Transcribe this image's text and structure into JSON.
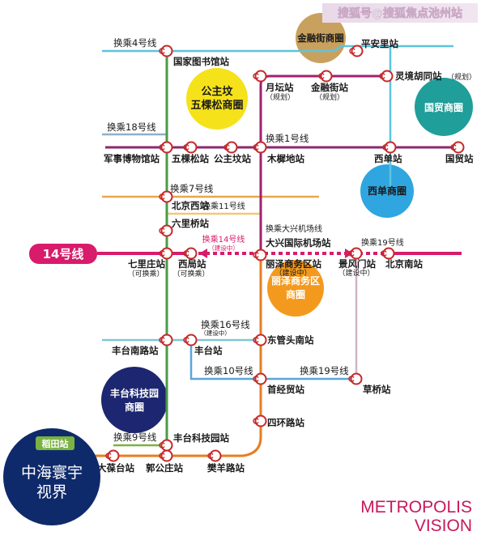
{
  "watermark": "搜狐号@搜狐焦点池州站",
  "brand": {
    "line1": "METROPOLIS",
    "line2": "VISION",
    "color": "#c8185a"
  },
  "line14": {
    "label": "14号线",
    "color": "#d81b6a"
  },
  "transfers": {
    "t4": "换乘4号线",
    "t18": "换乘18号线",
    "t1": "换乘1号线",
    "t7": "换乘7号线",
    "t11": "换乘11号线",
    "tdx": "换乘大兴机场线",
    "t14": "换乘14号线",
    "t14_note": "（建设中）",
    "t19a": "换乘19号线",
    "t16": "换乘16号线",
    "t16_note": "（建设中）",
    "t10": "换乘10号线",
    "t19b": "换乘19号线",
    "t9": "换乘9号线"
  },
  "stations": {
    "guojiatushuguan": "国家图书馆站",
    "pinganli": "平安里站",
    "yuetan": "月坛站",
    "yuetan_note": "（规划）",
    "jinrongjie": "金融街站",
    "jinrongjie_note": "（规划）",
    "lingjinghutong": "灵境胡同站",
    "lingjinghutong_note": "（规划）",
    "junshibowuguan": "军事博物馆站",
    "wukesong": "五棵松站",
    "gongzhufen": "公主坟站",
    "muxidi": "木樨地站",
    "xidan": "西单站",
    "guomao": "国贸站",
    "beijingxi": "北京西站",
    "liulichiao": "六里桥站",
    "daxingairport": "大兴国际机场站",
    "qilizhuang": "七里庄站",
    "qilizhuang_note": "（可换乘）",
    "xiju": "西局站",
    "xiju_note": "（可换乘）",
    "lize": "丽泽商务区站",
    "lize_note": "（建设中）",
    "jingfengmen": "景风门站",
    "jingfengmen_note": "（建设中）",
    "beijingnan": "北京南站",
    "fengtainanlu": "丰台南路站",
    "fengtai": "丰台站",
    "dongguantounan": "东管头南站",
    "shoujingmao": "首经贸站",
    "caoqiao": "草桥站",
    "sihuanlu": "四环路站",
    "daotian": "稻田站",
    "fengtaikejiyuan": "丰台科技园站",
    "dabaotai": "大葆台站",
    "guogongzhuang": "郭公庄站",
    "fanyanglu": "樊羊路站"
  },
  "zones": {
    "jinrongjie": "金融街商圈",
    "gongzhufen_l1": "公主坟",
    "gongzhufen_l2": "五棵松商圈",
    "guomao": "国贸商圈",
    "xidan": "西单商圈",
    "lize_l1": "丽泽商务区",
    "lize_l2": "商圈",
    "fengtai_l1": "丰台科技园",
    "fengtai_l2": "商圈",
    "zhonghai_l1": "中海寰宇",
    "zhonghai_l2": "视界"
  },
  "colors": {
    "line4": "#5ec4dc",
    "line18": "#8fb0c8",
    "line1": "#8b2a6e",
    "line7": "#e8a74c",
    "line11": "#f2c777",
    "line_daxing": "#3d5e9e",
    "line16": "#80c6d4",
    "line10": "#5aa6d9",
    "line19": "#d1b3c6",
    "line9": "#7ab241",
    "green_trunk": "#4a9a48",
    "orange_trunk": "#e67e22",
    "magenta_vertical": "#a2216e",
    "station_ring": "#c62828",
    "zone_jinrongjie": "#c9a15e",
    "zone_gongzhufen": "#f5e21a",
    "zone_guomao": "#1f9e9a",
    "zone_xidan": "#2fa6e0",
    "zone_lize": "#f39a1e",
    "zone_fengtai": "#1d2670",
    "zone_zhonghai": "#0f2a6b"
  }
}
